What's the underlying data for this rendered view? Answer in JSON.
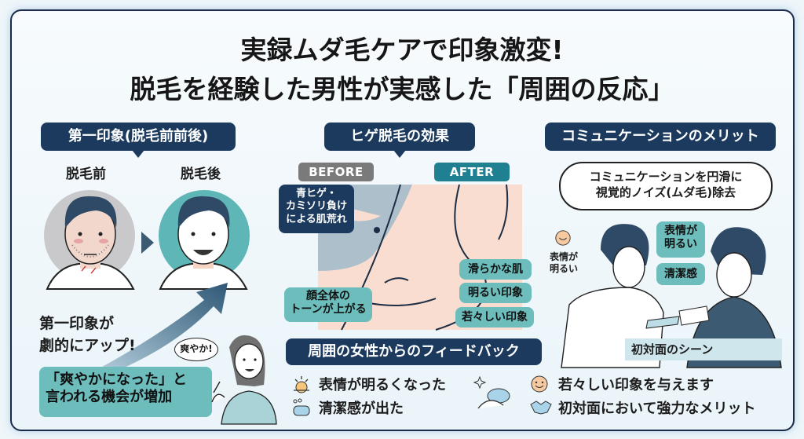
{
  "title": {
    "line1": "実録ムダ毛ケアで印象激変!",
    "line2": "脱毛を経験した男性が実感した「周囲の反応」"
  },
  "section_first_impression": {
    "header": "第一印象(脱毛前前後)",
    "before_label": "脱毛前",
    "after_label": "脱毛後",
    "upgrade_text_line1": "第一印象が",
    "upgrade_text_line2": "劇的にアップ!",
    "speech_bubble": "爽やか!",
    "callout_line1": "「爽やかになった」と",
    "callout_line2": "言われる機会が増加"
  },
  "section_beard": {
    "header": "ヒゲ脱毛の効果",
    "before_tag": "BEFORE",
    "after_tag": "AFTER",
    "problem_label_line1": "青ヒゲ・",
    "problem_label_line2": "カミソリ負け",
    "problem_label_line3": "による肌荒れ",
    "tone_label_line1": "顔全体の",
    "tone_label_line2": "トーンが上がる",
    "benefits": [
      "滑らかな肌",
      "明るい印象",
      "若々しい印象"
    ]
  },
  "section_feedback": {
    "header": "周囲の女性からのフィードバック",
    "items": [
      {
        "icon": "sun-icon",
        "text": "表情が明るくなった"
      },
      {
        "icon": "soap-icon",
        "text": "清潔感が出た"
      },
      {
        "icon": "smile-face-icon",
        "text": "若々しい印象を与えます"
      },
      {
        "icon": "handshake-icon",
        "text": "初対面において強力なメリット"
      }
    ]
  },
  "section_communication": {
    "header": "コミュニケーションのメリット",
    "bubble_line1": "コミュニケーションを円滑に",
    "bubble_line2": "視覚的ノイズ(ムダ毛)除去",
    "side_label_line1": "表情が",
    "side_label_line2": "明るい",
    "tags": [
      "表情が明るい",
      "清潔感"
    ],
    "tag1_line1": "表情が",
    "tag1_line2": "明るい",
    "scene_caption": "初対面のシーン"
  },
  "colors": {
    "navy": "#1b3a5e",
    "teal": "#6dbdbd",
    "teal_dark": "#1e8090",
    "gray_tag": "#7a7a7a",
    "skin": "#f9ddd0"
  }
}
